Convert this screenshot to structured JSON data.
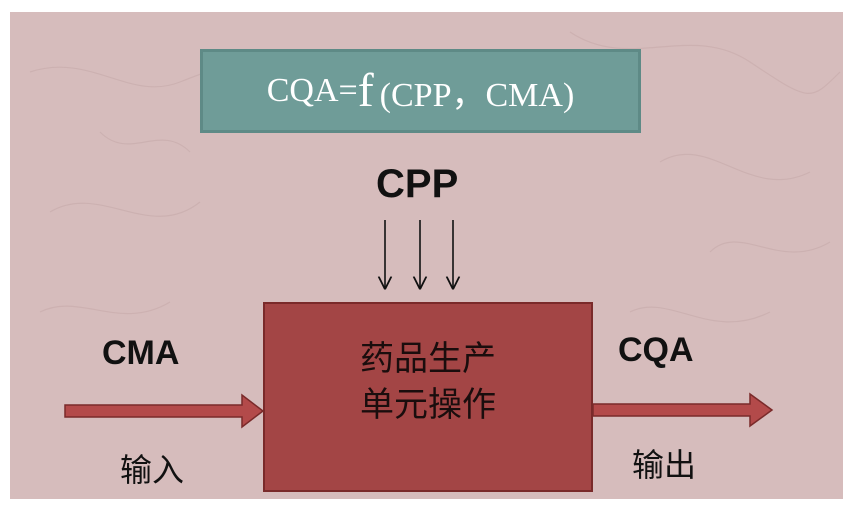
{
  "formula": {
    "lhs": "CQA=",
    "func": "f",
    "args": "(CPP，CMA)"
  },
  "cpp_label": "CPP",
  "cma_label": "CMA",
  "cqa_label": "CQA",
  "process_box": {
    "line1": "药品生产",
    "line2": "单元操作"
  },
  "input_label": "输入",
  "output_label": "输出",
  "colors": {
    "background": "#d6bcbc",
    "formula_box": "#6f9c98",
    "process_box": "#a34545",
    "arrow_fill": "#b34a4a"
  }
}
